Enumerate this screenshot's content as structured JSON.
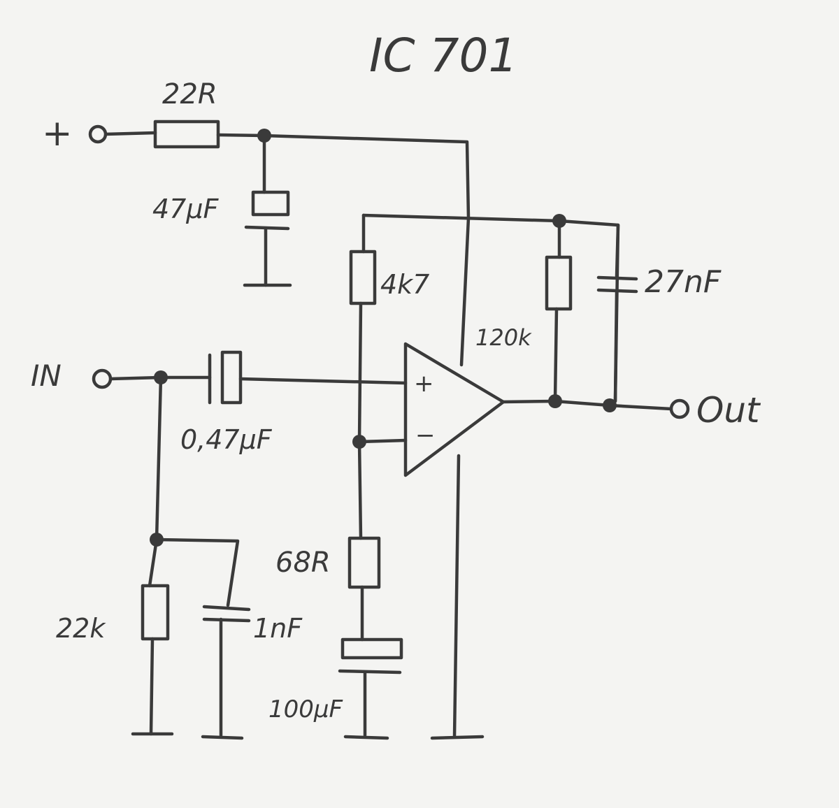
{
  "title": "IC 701",
  "terminals": {
    "supply": "+",
    "input": "IN",
    "output": "Out"
  },
  "components": {
    "r_supply": "22R",
    "c_supply": "47µF",
    "r_bias": "4k7",
    "r_feedback": "120k",
    "c_feedback": "27nF",
    "c_input": "0,47µF",
    "r_input": "22k",
    "c_input_filter": "1nF",
    "r_gain": "68R",
    "c_gain": "100µF"
  },
  "opamp": {
    "plus": "+",
    "minus": "−"
  },
  "colors": {
    "ink": "#3a3a3a",
    "paper": "#f4f4f2"
  }
}
